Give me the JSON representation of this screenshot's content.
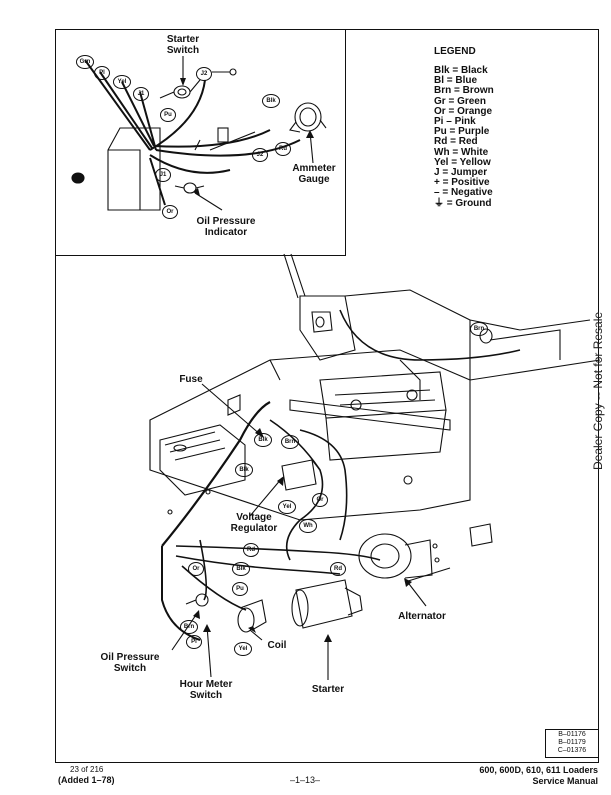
{
  "inset_labels": {
    "starter_switch": "Starter Switch",
    "ammeter_gauge": "Ammeter Gauge",
    "oil_pressure_indicator": "Oil Pressure Indicator"
  },
  "inset_wire_tags": [
    "Grn",
    "Pl",
    "Yel",
    "J1",
    "J2",
    "Pu",
    "Blk",
    "J2",
    "Rd",
    "J1",
    "Or"
  ],
  "legend": {
    "title": "LEGEND",
    "items": [
      "Blk = Black",
      "Bl = Blue",
      "Brn = Brown",
      "Gr = Green",
      "Or = Orange",
      "Pi – Pink",
      "Pu = Purple",
      "Rd = Red",
      "Wh = White",
      "Yel = Yellow",
      "J = Jumper",
      "+ = Positive",
      "– = Negative",
      "⏚ = Ground"
    ]
  },
  "main_labels": {
    "fuse": "Fuse",
    "voltage_regulator": "Voltage Regulator",
    "alternator": "Alternator",
    "oil_pressure_switch": "Oil Pressure Switch",
    "coil": "Coil",
    "hour_meter_switch": "Hour Meter Switch",
    "starter": "Starter"
  },
  "main_wire_tags": [
    "Brn",
    "Blk",
    "Blk",
    "Brn",
    "Or",
    "Yel",
    "Wh",
    "Rd",
    "Blk",
    "Rd",
    "Or",
    "Pu",
    "Brn",
    "Pi",
    "Yel"
  ],
  "watermark": "Dealer Copy -- Not for Resale",
  "figure_refs": [
    "B–01176",
    "B–01179",
    "C–01376"
  ],
  "footer": {
    "page_counter": "23 of 216",
    "added": "(Added 1–78)",
    "page_number": "–1–13–",
    "model_line": "600, 600D, 610, 611 Loaders",
    "manual_title": "Service Manual"
  }
}
